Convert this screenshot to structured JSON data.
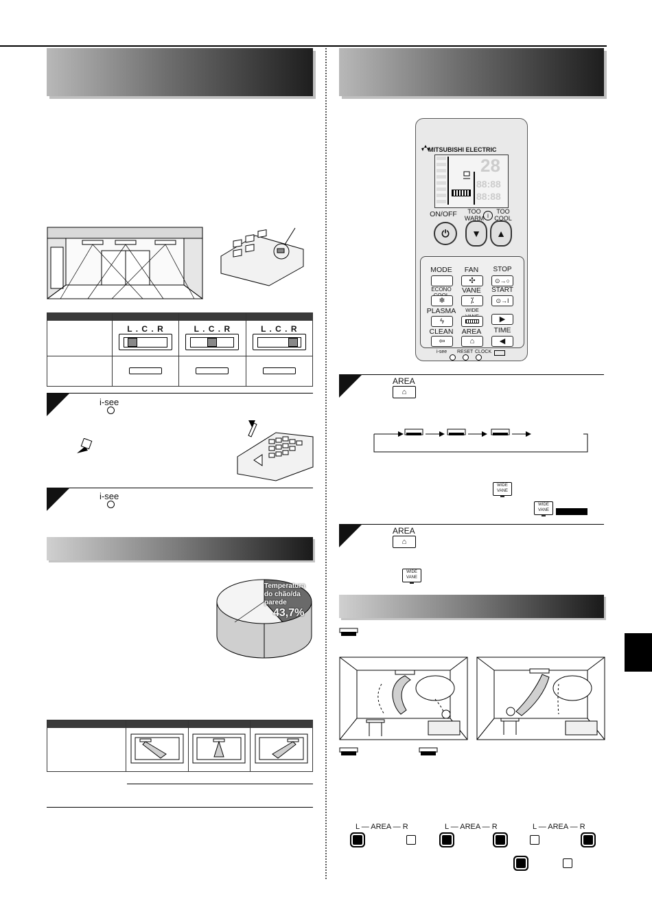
{
  "remote": {
    "brand": "MITSUBISHI ELECTRIC",
    "lcd_big_digits": "28",
    "lcd_time_1": "88:88",
    "lcd_time_2": "88:88",
    "buttons": {
      "on_off": "ON/OFF",
      "too_warm": "TOO WARM",
      "too_cool": "TOO COOL",
      "mode": "MODE",
      "fan": "FAN",
      "stop": "STOP",
      "econo_cool": "ECONO COOL",
      "vane": "VANE",
      "start": "START",
      "plasma": "PLASMA",
      "wide_vane": "WIDE VANE",
      "clean": "CLEAN",
      "area": "AREA",
      "time": "TIME",
      "i_see": "i-see",
      "reset": "RESET",
      "clock": "CLOCK"
    }
  },
  "table1": {
    "switch_label": "L . C . R"
  },
  "steps_left": {
    "step1_icon": "i-see",
    "step2_icon": "i-see"
  },
  "steps_right": {
    "area_label": "AREA",
    "wide_vane_label": "WIDE VANE"
  },
  "pie_chart": {
    "label": "Temperatura do chão/da parede",
    "value_text": "43,7%"
  },
  "chart_data": {
    "type": "pie",
    "values": [
      43.7,
      56.3
    ],
    "categories": [
      "Temperatura do chão/da parede",
      ""
    ],
    "colors": [
      "#6a6a6a",
      "#f4f4f4"
    ]
  },
  "led_panel": {
    "left_label": "L",
    "mid_label": "AREA",
    "right_label": "R"
  }
}
